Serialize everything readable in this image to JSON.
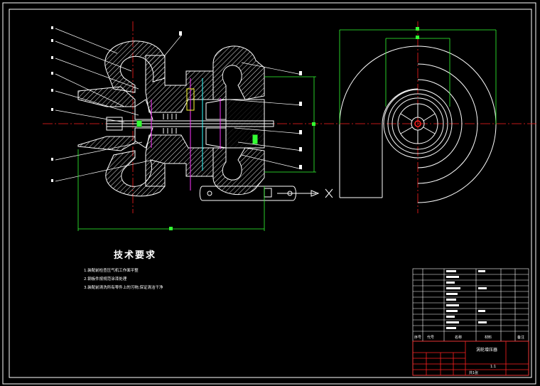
{
  "technical_requirements": {
    "title": "技术要求",
    "items": [
      "1.装配前检查压气机工作面平整",
      "2.钢板件按规范涂漆处理",
      "3.装配前清洗所有零件上的污物,保证清洁干净"
    ]
  },
  "title_block": {
    "header": {
      "seq": "序号",
      "code": "代号",
      "name": "名称",
      "material": "材料",
      "remarks": "备注"
    },
    "drawing_title": "涡轮增压器",
    "scale": "1:1",
    "sheet": "共1张"
  },
  "colors": {
    "background": "#000000",
    "outline": "#ffffff",
    "hatch": "#e6e6e6",
    "centerline": "#ff2020",
    "dimension": "#33ff33",
    "magenta": "#ff33ff",
    "yellow": "#ffff33",
    "cyan": "#33ffff"
  }
}
